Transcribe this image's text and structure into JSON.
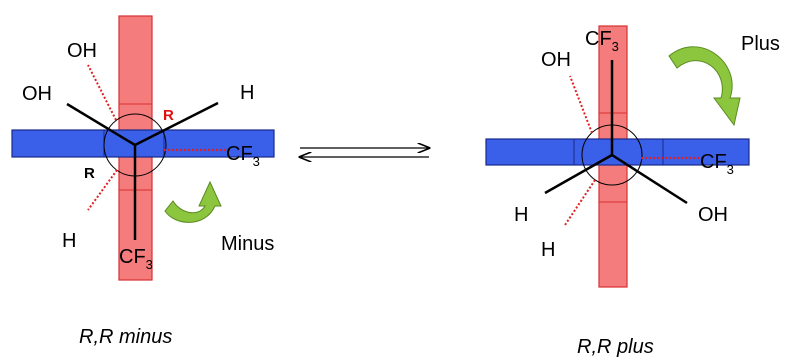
{
  "colors": {
    "vertical_bar": "#f47c7c",
    "vertical_bar_stroke": "#d83030",
    "horizontal_bar": "#3a5fe8",
    "horizontal_bar_stroke": "#1a2a8a",
    "dotted_bond": "#e02020",
    "rotation_arrow": "#8cc63f",
    "rotation_arrow_stroke": "#5a8a20",
    "r_label": "#e01010"
  },
  "left": {
    "oh_back": "OH",
    "oh_front": "OH",
    "h_front": "H",
    "h_back": "H",
    "cf3_back_main": "CF",
    "cf3_back_sub": "3",
    "cf3_front_main": "CF",
    "cf3_front_sub": "3",
    "r_top": "R",
    "r_bottom": "R",
    "rotation": "Minus",
    "caption": "R,R minus"
  },
  "right": {
    "oh_back": "OH",
    "cf3_front_main": "CF",
    "cf3_front_sub": "3",
    "cf3_back_main": "CF",
    "cf3_back_sub": "3",
    "h_front": "H",
    "oh_front": "OH",
    "h_back": "H",
    "rotation": "Plus",
    "caption": "R,R plus"
  },
  "equilibrium_icon": "equilibrium-arrows"
}
